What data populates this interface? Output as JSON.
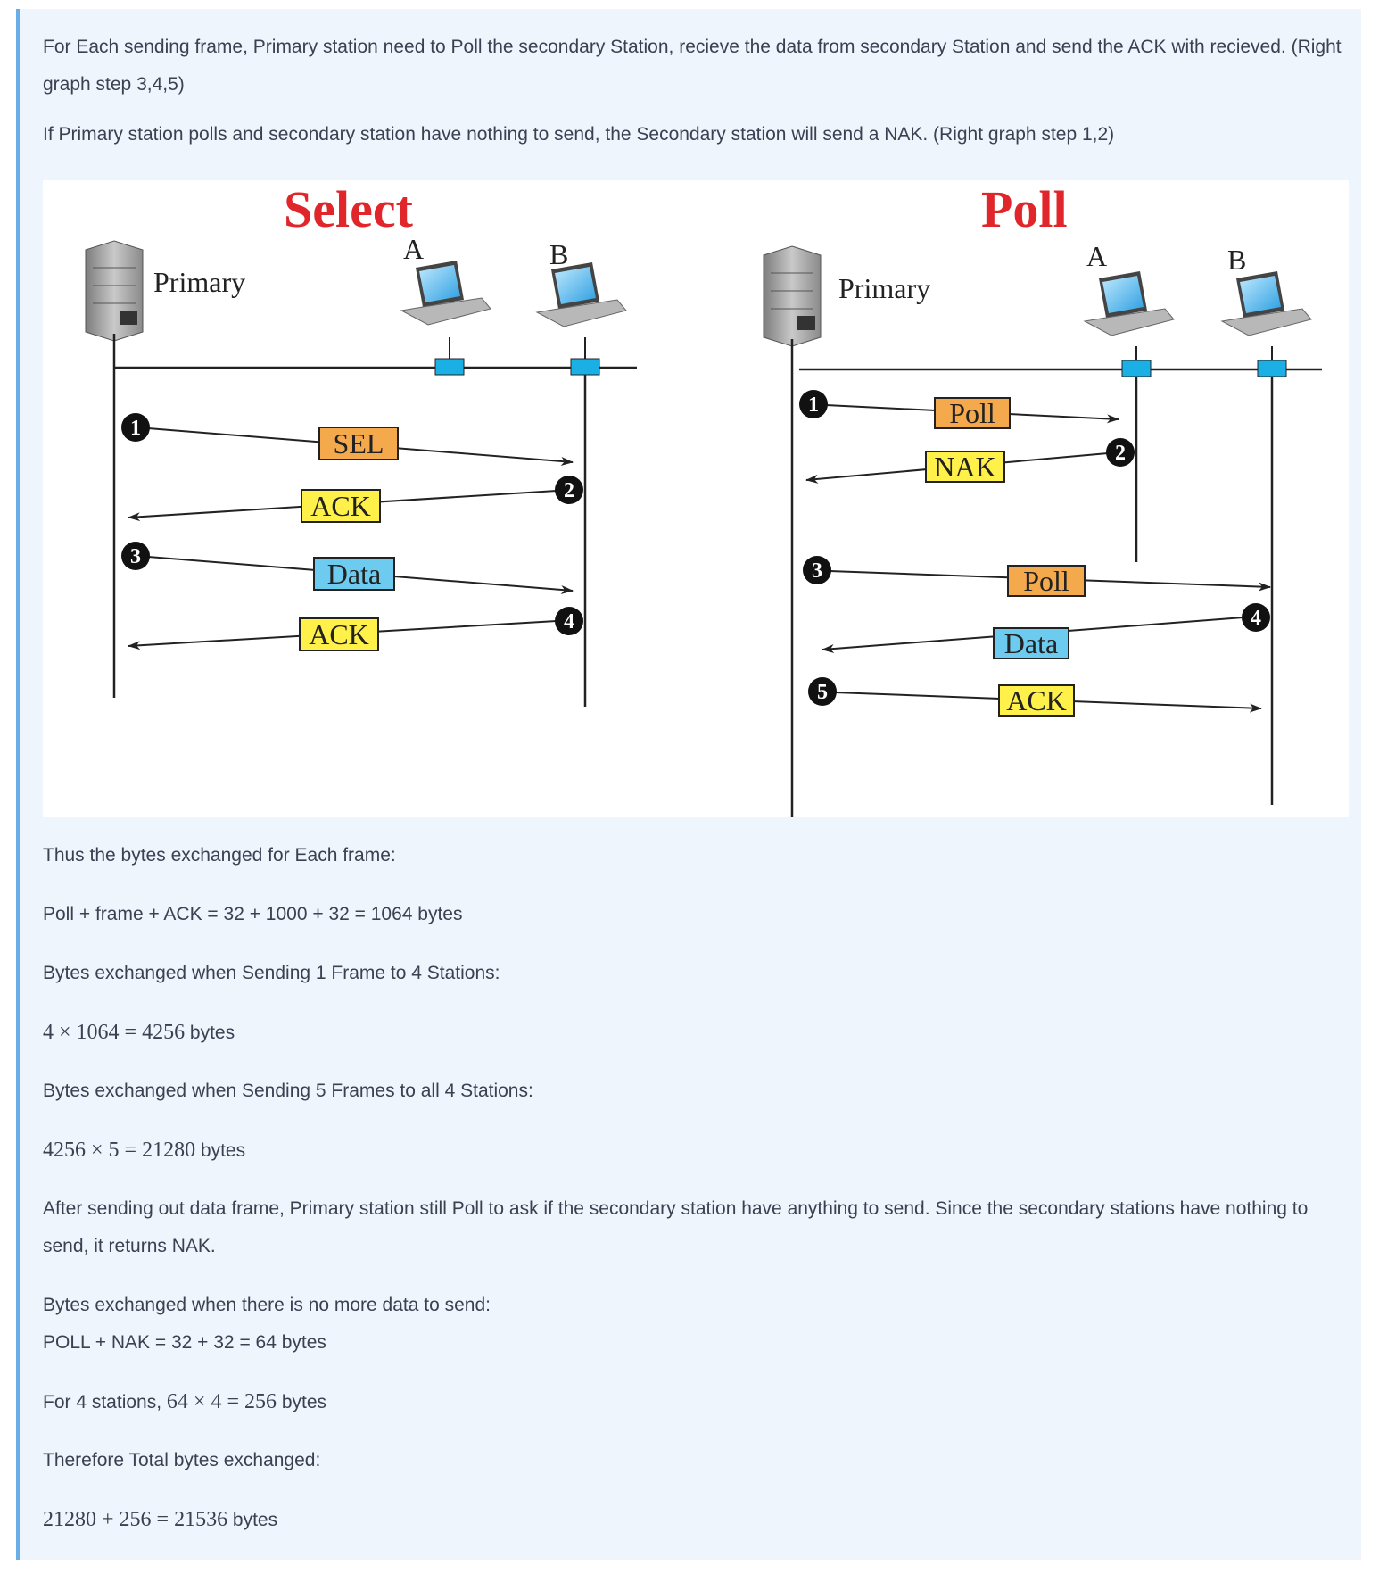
{
  "text": {
    "p1": "For Each sending frame, Primary station need to Poll the secondary Station, recieve the data from secondary Station and send the ACK with recieved. (Right graph step 3,4,5)",
    "p2": "If Primary station polls and secondary station have nothing to send, the Secondary station will send a NAK. (Right graph step 1,2)",
    "p3": "Thus the bytes exchanged for Each frame:",
    "p4": "Poll + frame + ACK = 32 + 1000 + 32 = 1064 bytes",
    "p5": "Bytes exchanged when Sending 1 Frame to 4 Stations:",
    "p6_math": "4 × 1064 = 4256",
    "p6_unit": "bytes",
    "p7": "Bytes exchanged when Sending 5 Frames to all 4 Stations:",
    "p8_math": "4256 × 5 = 21280",
    "p8_unit": "bytes",
    "p9": "After sending out data frame, Primary station still Poll to ask if the secondary station have anything to send. Since the secondary stations have nothing to send, it returns NAK.",
    "p10": "Bytes exchanged when there is no more data to send:",
    "p11": "POLL + NAK = 32 + 32 = 64 bytes",
    "p12_prefix": "For 4 stations,",
    "p12_math": "64 × 4 = 256",
    "p12_unit": "bytes",
    "p13": "Therefore Total bytes exchanged:",
    "p14_math": "21280 + 256 = 21536",
    "p14_unit": "bytes"
  },
  "figure": {
    "select": {
      "title": "Select",
      "primary_label": "Primary",
      "station_a": "A",
      "station_b": "B",
      "steps": [
        {
          "n": "1",
          "box": "SEL"
        },
        {
          "n": "2",
          "box": "ACK"
        },
        {
          "n": "3",
          "box": "Data"
        },
        {
          "n": "4",
          "box": "ACK"
        }
      ]
    },
    "poll": {
      "title": "Poll",
      "primary_label": "Primary",
      "station_a": "A",
      "station_b": "B",
      "steps": [
        {
          "n": "1",
          "box": "Poll"
        },
        {
          "n": "2",
          "box": "NAK"
        },
        {
          "n": "3",
          "box": "Poll"
        },
        {
          "n": "4",
          "box": "Data"
        },
        {
          "n": "5",
          "box": "ACK"
        }
      ]
    },
    "colors": {
      "title": "#e0262a",
      "sel_poll_box": "#f5a94d",
      "ack_nak_box": "#fff14a",
      "data_box": "#6ccbee",
      "tap": "#1ab0e6"
    }
  }
}
